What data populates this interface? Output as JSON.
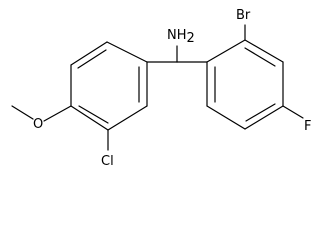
{
  "molecule": {
    "labels": {
      "amine": "NH",
      "amine_sub": "2",
      "bromo": "Br",
      "fluoro": "F",
      "chloro": "Cl",
      "methoxy_o": "O"
    },
    "colors": {
      "bond": "#000000",
      "label": "#000000",
      "background": "#ffffff"
    }
  }
}
